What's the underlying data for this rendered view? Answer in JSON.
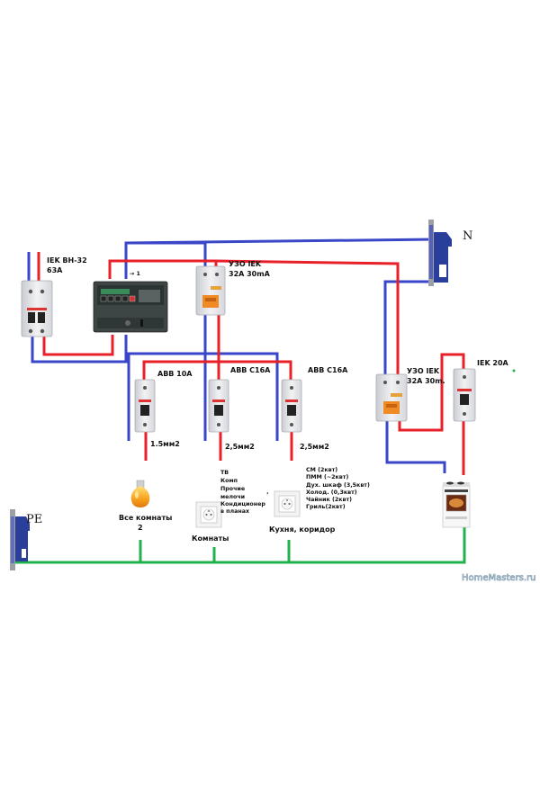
{
  "colors": {
    "phase": "#e8202a",
    "neutral": "#3a46c8",
    "earth": "#22b14c",
    "device_body": "#e8e8ea",
    "device_shade": "#b9bcc2",
    "rcd_handle": "#f08a24",
    "busbar_blue": "#2a3f9a",
    "watermark": "#8fa8b8"
  },
  "busbars": {
    "neutral_label": "N",
    "earth_label": "PE"
  },
  "devices": {
    "main_breaker": {
      "name": "IEK BH-32",
      "rating": "63A"
    },
    "meter": {
      "name": "Electricity meter",
      "tag": "→ 1"
    },
    "rcd_main": {
      "name": "УЗО IEK",
      "rating": "32A 30mA"
    },
    "breaker_1": {
      "name": "ABB 10A",
      "cable": "1.5мм2"
    },
    "breaker_2": {
      "name": "ABB C16A",
      "cable": "2,5мм2"
    },
    "breaker_3": {
      "name": "ABB C16A",
      "cable": "2,5мм2"
    },
    "rcd_stove": {
      "name": "УЗО IEK",
      "rating": "32A 30m."
    },
    "breaker_stove": {
      "name": "IEK 20A"
    }
  },
  "loads": {
    "lighting": {
      "label": "Все комнаты",
      "count": "2"
    },
    "rooms": {
      "label": "Комнаты",
      "items": [
        "ТВ",
        "Комп",
        "Прочие",
        "мелочи",
        "Кондиционер",
        "в планах"
      ]
    },
    "kitchen": {
      "label": "Кухня, коридор",
      "items": [
        "СМ (2квт)",
        "ПММ (~2квт)",
        "Дух. шкаф (3,5квт)",
        "Холод. (0,3квт)",
        "Чайник (2квт)",
        "Гриль(2квт)"
      ]
    },
    "stove": {
      "label": "Electric stove"
    }
  },
  "watermark": "HomeMasters.ru"
}
